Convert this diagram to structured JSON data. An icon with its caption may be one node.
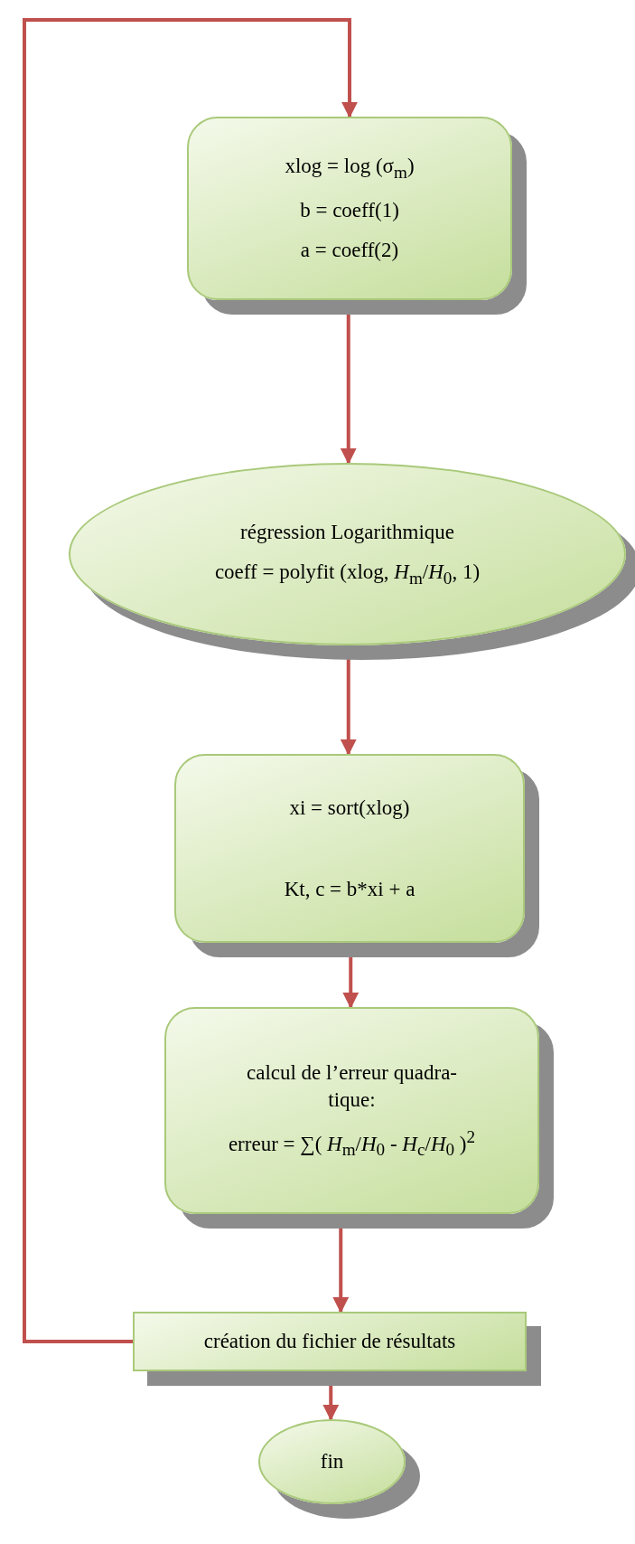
{
  "diagram": {
    "nodes": [
      {
        "text": [
          "xlog = log (σ$_{m}$)",
          "b = coeff(1)",
          "a = coeff(2)"
        ]
      },
      {
        "text": [
          "régression Logarithmique",
          "coeff = polyfit (xlog, *H*$_{m}$/*H*$_{0}$, 1)"
        ]
      },
      {
        "text": [
          "xi = sort(xlog)",
          "Kt, c = b*xi + a"
        ]
      },
      {
        "text": [
          "calcul de l’erreur quadra- tique:",
          "erreur = ∑( *H*$_{m}$/*H*$_{0}$ - *H*$_{c}$/*H*$_{0}$ )$^{2}$"
        ]
      },
      {
        "text": [
          "création du fichier de résultats"
        ]
      },
      {
        "text": [
          "fin"
        ]
      }
    ],
    "edges": [
      {
        "from": 0,
        "to": 1,
        "arrow": "to"
      },
      {
        "from": 1,
        "to": 2,
        "arrow": "to"
      },
      {
        "from": 2,
        "to": 3,
        "arrow": "to"
      },
      {
        "from": 3,
        "to": 4,
        "arrow": "to"
      },
      {
        "from": 4,
        "to": 5,
        "arrow": "to"
      },
      {
        "from": 4,
        "to": 0,
        "arrow": "to"
      }
    ]
  }
}
